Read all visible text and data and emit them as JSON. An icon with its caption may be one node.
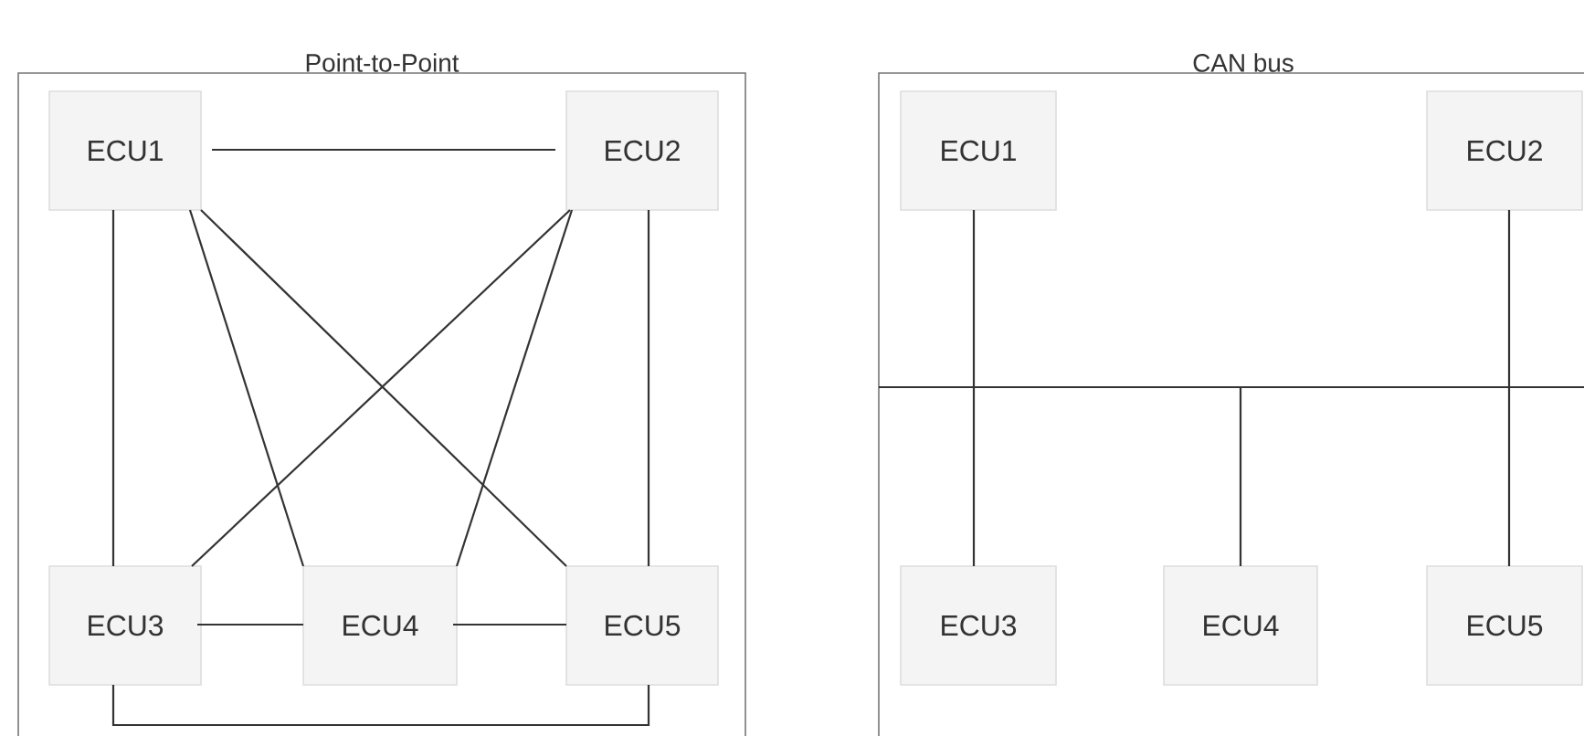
{
  "diagram": {
    "nodes": [
      {
        "text": [
          "Point-to-Point"
        ]
      },
      {
        "text": [
          "ECU1"
        ],
        "in": 0
      },
      {
        "text": [
          "ECU2"
        ],
        "in": 0
      },
      {
        "text": [
          "ECU3"
        ],
        "in": 0
      },
      {
        "text": [
          "ECU4"
        ],
        "in": 0
      },
      {
        "text": [
          "ECU5"
        ],
        "in": 0
      },
      {
        "text": [
          "CAN bus"
        ]
      },
      {
        "text": [
          "ECU1"
        ],
        "in": 6
      },
      {
        "text": [
          "ECU2"
        ],
        "in": 6
      },
      {
        "text": [
          "ECU3"
        ],
        "in": 6
      },
      {
        "text": [
          "ECU4"
        ],
        "in": 6
      },
      {
        "text": [
          "ECU5"
        ],
        "in": 6
      },
      {
        "text": [],
        "shape": "bar",
        "in": 6
      }
    ],
    "edges": [
      {
        "from": 1,
        "to": 2,
        "arrow": "none"
      },
      {
        "from": 1,
        "to": 3,
        "arrow": "none"
      },
      {
        "from": 1,
        "to": 4,
        "arrow": "none"
      },
      {
        "from": 1,
        "to": 5,
        "arrow": "none"
      },
      {
        "from": 2,
        "to": 3,
        "arrow": "none"
      },
      {
        "from": 2,
        "to": 4,
        "arrow": "none"
      },
      {
        "from": 2,
        "to": 5,
        "arrow": "none"
      },
      {
        "from": 3,
        "to": 4,
        "arrow": "none"
      },
      {
        "from": 4,
        "to": 5,
        "arrow": "none"
      },
      {
        "from": 3,
        "to": 5,
        "arrow": "none"
      },
      {
        "from": 7,
        "to": 12,
        "arrow": "none"
      },
      {
        "from": 8,
        "to": 12,
        "arrow": "none"
      },
      {
        "from": 12,
        "to": 9,
        "arrow": "none"
      },
      {
        "from": 12,
        "to": 10,
        "arrow": "none"
      },
      {
        "from": 12,
        "to": 11,
        "arrow": "none"
      }
    ]
  }
}
